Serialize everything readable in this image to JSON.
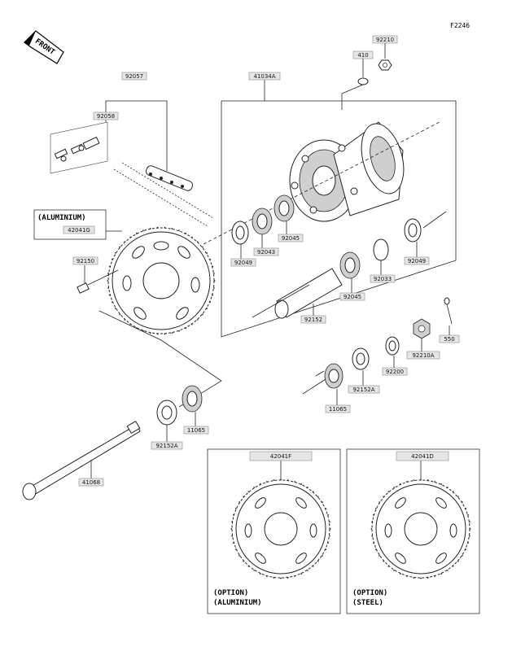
{
  "diagram_code": "F2246",
  "front_label": "FRONT",
  "captions": {
    "aluminium_main": "(ALUMINIUM)",
    "option_aluminium_1": "(OPTION)",
    "option_aluminium_2": "(ALUMINIUM)",
    "option_steel_1": "(OPTION)",
    "option_steel_2": "(STEEL)"
  },
  "parts": {
    "p92210": "92210",
    "p410": "410",
    "p92057": "92057",
    "p41034A": "41034A",
    "p92058": "92058",
    "p42041G": "42041G",
    "p92045a": "92045",
    "p92043": "92043",
    "p92049a": "92049",
    "p92049b": "92049",
    "p92150": "92150",
    "p92033": "92033",
    "p92045b": "92045",
    "p92152": "92152",
    "p550": "550",
    "p92210A": "92210A",
    "p92200": "92200",
    "p92152Aa": "92152A",
    "p11065a": "11065",
    "p11065b": "11065",
    "p92152Ab": "92152A",
    "p41068": "41068",
    "p42041F": "42041F",
    "p42041D": "42041D"
  }
}
